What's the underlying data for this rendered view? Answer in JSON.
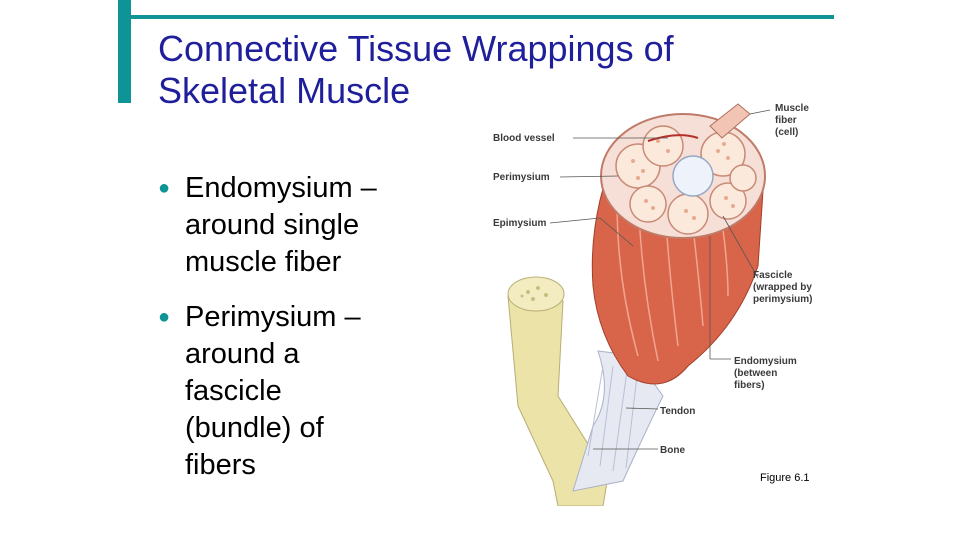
{
  "colors": {
    "accent": "#0e9396",
    "title": "#1f1f9c",
    "muscle": "#d8654a",
    "bone": "#ece3a8",
    "tendon": "#e6e9f2"
  },
  "slide": {
    "title_lines": [
      "Connective Tissue Wrappings of",
      "Skeletal Muscle"
    ],
    "bullets": [
      {
        "icon": "bullet-dot-icon",
        "lines": [
          "Endomysium –",
          "around single",
          "muscle fiber"
        ]
      },
      {
        "icon": "bullet-dot-icon",
        "lines": [
          "Perimysium –",
          "around a",
          "fascicle",
          "(bundle) of",
          "fibers"
        ]
      }
    ]
  },
  "figure": {
    "labels": {
      "muscle_fiber": [
        "Muscle",
        "fiber",
        "(cell)"
      ],
      "blood_vessel": "Blood vessel",
      "perimysium": "Perimysium",
      "epimysium": "Epimysium",
      "fascicle": [
        "Fascicle",
        "(wrapped by",
        "perimysium)"
      ],
      "endomysium": [
        "Endomysium",
        "(between",
        "fibers)"
      ],
      "tendon": "Tendon",
      "bone": "Bone"
    },
    "caption": "Figure 6.1"
  }
}
